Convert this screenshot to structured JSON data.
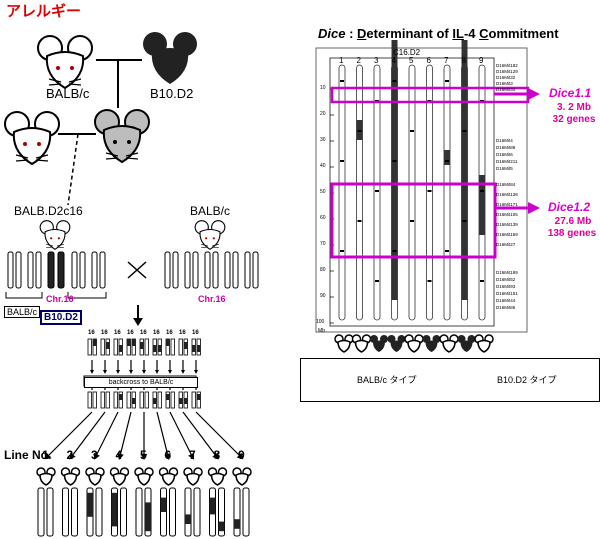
{
  "title": "アレルギー",
  "left": {
    "mice": {
      "balbc": "BALB/c",
      "b10d2": "B10.D2"
    },
    "congenic_label": "BALB.D2c16",
    "balbc_label": "BALB/c",
    "chr_label_left": "Chr.16",
    "chr_label_right": "Chr.16",
    "box_balbc": "BALB/c",
    "box_b10d2": "B10.D2",
    "cross_symbol": "×",
    "row_label": "16",
    "backcross_label": "backcross to BALB/c",
    "line_no_label": "Line No.",
    "line_numbers": [
      "1",
      "2",
      "3",
      "4",
      "5",
      "6",
      "7",
      "8",
      "9"
    ]
  },
  "right": {
    "title_italic": "Dice",
    "title_sep": " : ",
    "title_parts": [
      "D",
      "eterminant of ",
      "IL",
      "-4 ",
      "C",
      "ommitment"
    ],
    "map": {
      "header": "C16.D2",
      "columns": [
        "1",
        "2",
        "3",
        "4",
        "5",
        "6",
        "7",
        "8",
        "9"
      ],
      "y_ticks": [
        "10",
        "20",
        "30",
        "40",
        "50",
        "60",
        "70",
        "80",
        "90",
        "100"
      ],
      "markers_top": [
        "D16Mit182",
        "D16Mit129",
        "D16Mit32",
        "D16Mit3",
        "D16Mit34"
      ],
      "markers_mid": [
        "D16Mit4",
        "D16Mit88",
        "D16Mit6",
        "D16Mit211",
        "D16Mit5"
      ],
      "markers_low": [
        "D16Mit84",
        "D16Mit138",
        "D16Mit171",
        "D16Mit105",
        "D16Mit139",
        "D16Mit159",
        "D16Mit27"
      ],
      "markers_bottom": [
        "D16Mit189",
        "D16Mit52",
        "D16Mit93",
        "D16Mit151",
        "D16Mit44",
        "D16Mit86"
      ],
      "unit": "Mb"
    },
    "dice1": {
      "name": "Dice1.1",
      "size": "3. 2 Mb",
      "genes": "32 genes"
    },
    "dice2": {
      "name": "Dice1.2",
      "size": "27.6 Mb",
      "genes": "138 genes"
    },
    "legend": {
      "balbc": "BALB/c タイプ",
      "b10d2": "B10.D2 タイプ"
    }
  },
  "colors": {
    "title_red": "#e00000",
    "magenta": "#cc00cc",
    "chr_label": "#cc00aa",
    "gray_mouse": "#bdbdbd",
    "black": "#111111"
  },
  "chart_data": {
    "type": "diagram",
    "lines": 9
  }
}
